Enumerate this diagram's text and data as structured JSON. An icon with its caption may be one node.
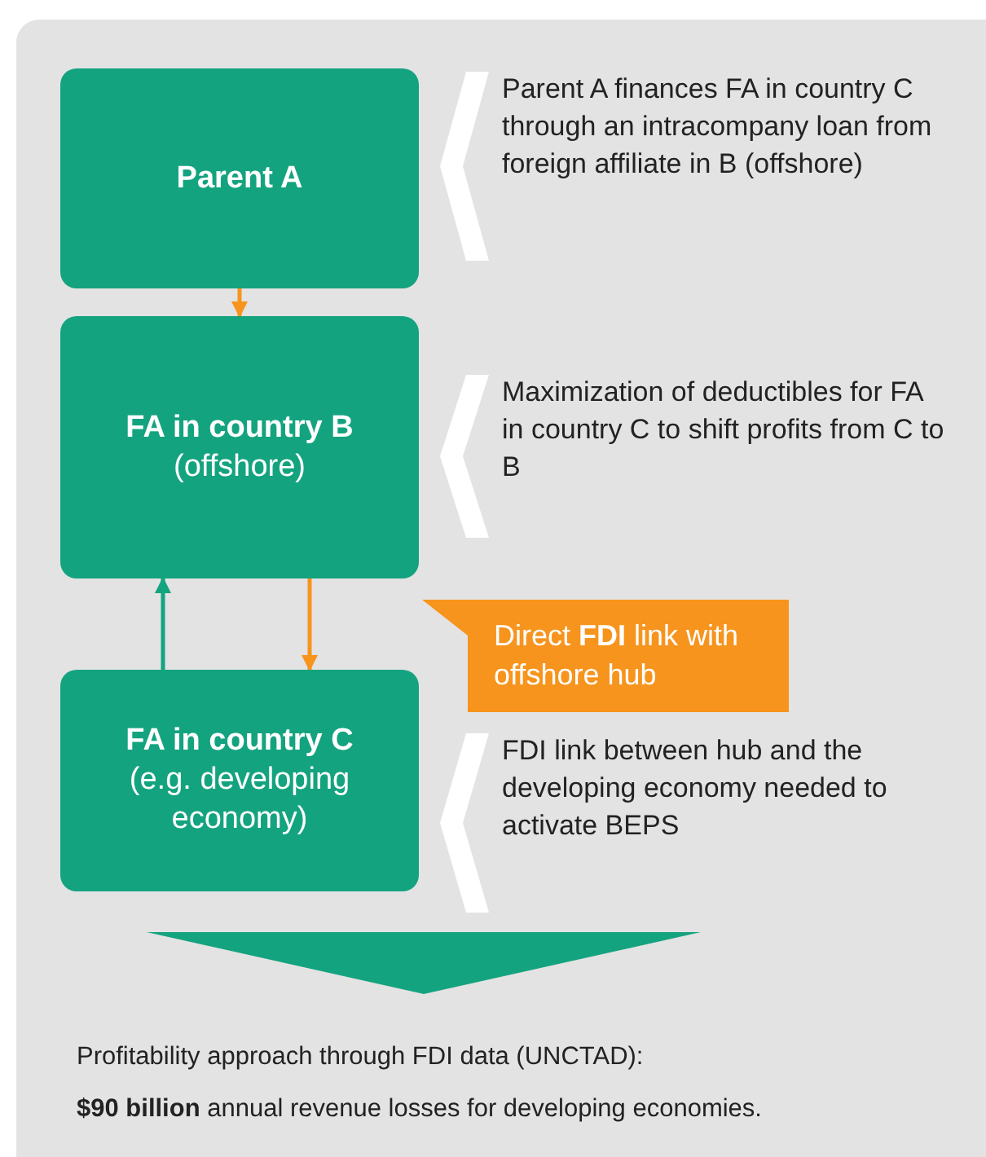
{
  "diagram": {
    "nodes": [
      {
        "text": [
          "Parent A"
        ]
      },
      {
        "text": [
          "FA in country B",
          "(offshore)"
        ]
      },
      {
        "text": [
          "FA in country C",
          "(e.g. developing economy)"
        ]
      },
      {
        "text": [
          "Direct **FDI** link with offshore hub"
        ]
      },
      {
        "text": [],
        "shape": "chevron"
      },
      {
        "text": [],
        "shape": "chevron"
      },
      {
        "text": [],
        "shape": "chevron"
      },
      {
        "text": [],
        "shape": "chevron"
      }
    ],
    "edges": [
      {
        "from": 0,
        "to": 1,
        "arrow": "to"
      },
      {
        "from": 1,
        "to": 2,
        "arrow": "to"
      },
      {
        "from": 2,
        "to": 1,
        "arrow": "to",
        "color": "#14a37f"
      }
    ],
    "labels": [
      "Parent A finances FA in country C through an intracompany loan from foreign affiliate in B (offshore)",
      "Maximization of deductibles for FA in country C to shift profits from C to B",
      "FDI link between hub and the developing economy needed to activate BEPS",
      "Profitability approach through FDI data (UNCTAD):",
      "**$90 billion** annual revenue losses for developing economies."
    ]
  }
}
